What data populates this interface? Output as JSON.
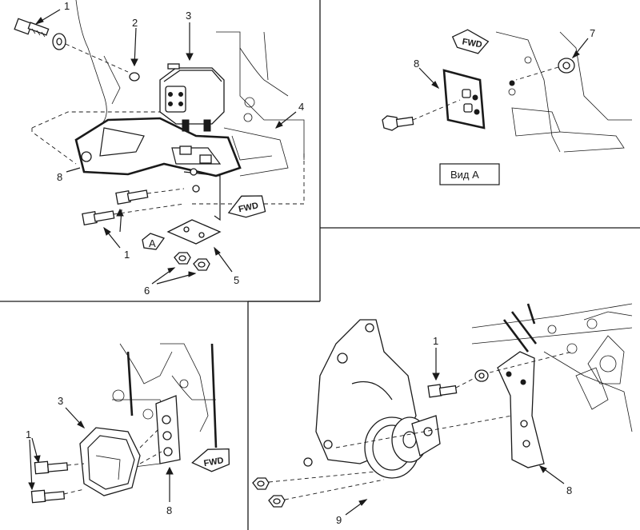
{
  "callouts": {
    "p1": {
      "a": "1",
      "b": "1"
    },
    "p1_label": "2",
    "p1_item3": "3",
    "p1_item4": "4",
    "p1_item5": "5",
    "p1_item6": "6",
    "p1_item8": "8",
    "p2_item7": "7",
    "p2_item8": "8",
    "p3_item1": "1",
    "p3_item3": "3",
    "p3_item8": "8",
    "p4_item1": "1",
    "p4_item8": "8",
    "p4_item9": "9"
  },
  "view_label": "Вид А",
  "view_marker": "A",
  "fwd": {
    "p1": "FWD",
    "p2": "FWD",
    "p3": "FWD"
  },
  "colors": {
    "ink": "#1a1a1a",
    "paper": "#ffffff"
  }
}
